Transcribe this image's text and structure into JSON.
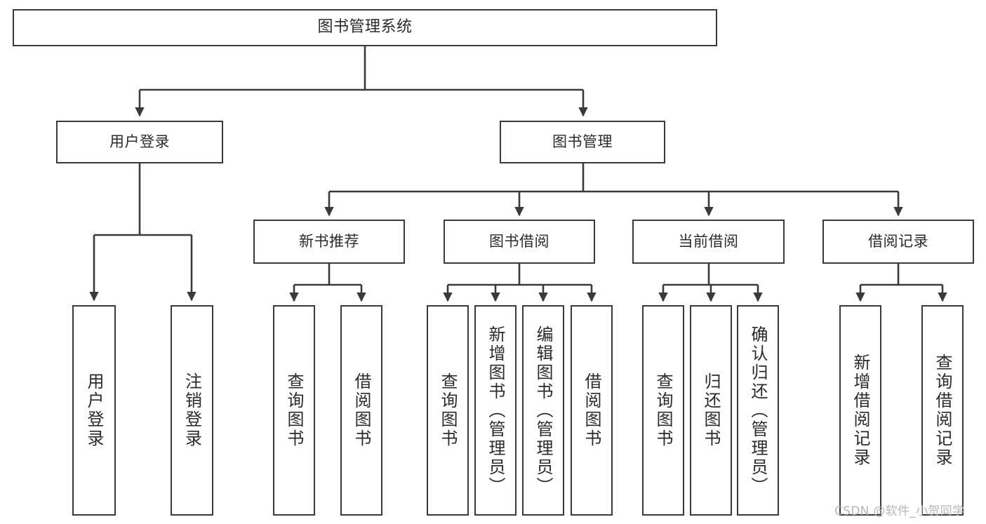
{
  "diagram": {
    "title": "图书管理系统",
    "watermark": "CSDN @软件_小贺同学",
    "stroke_color": "#3a3a3a",
    "text_color": "#2b2b2b",
    "background": "#ffffff",
    "root": {
      "label": "图书管理系统"
    },
    "level1": [
      {
        "label": "用户登录"
      },
      {
        "label": "图书管理"
      }
    ],
    "level2": [
      {
        "label": "新书推荐"
      },
      {
        "label": "图书借阅"
      },
      {
        "label": "当前借阅"
      },
      {
        "label": "借阅记录"
      }
    ],
    "leaves": {
      "user_login": [
        {
          "label": "用户登录"
        },
        {
          "label": "注销登录"
        }
      ],
      "new_book_recommend": [
        {
          "label": "查询图书"
        },
        {
          "label": "借阅图书"
        }
      ],
      "book_borrow": [
        {
          "label": "查询图书"
        },
        {
          "label": "新增图书（管理员）"
        },
        {
          "label": "编辑图书（管理员）"
        },
        {
          "label": "借阅图书"
        }
      ],
      "current_borrow": [
        {
          "label": "查询图书"
        },
        {
          "label": "归还图书"
        },
        {
          "label": "确认归还（管理员）"
        }
      ],
      "borrow_record": [
        {
          "label": "新增借阅记录"
        },
        {
          "label": "查询借阅记录"
        }
      ]
    }
  }
}
